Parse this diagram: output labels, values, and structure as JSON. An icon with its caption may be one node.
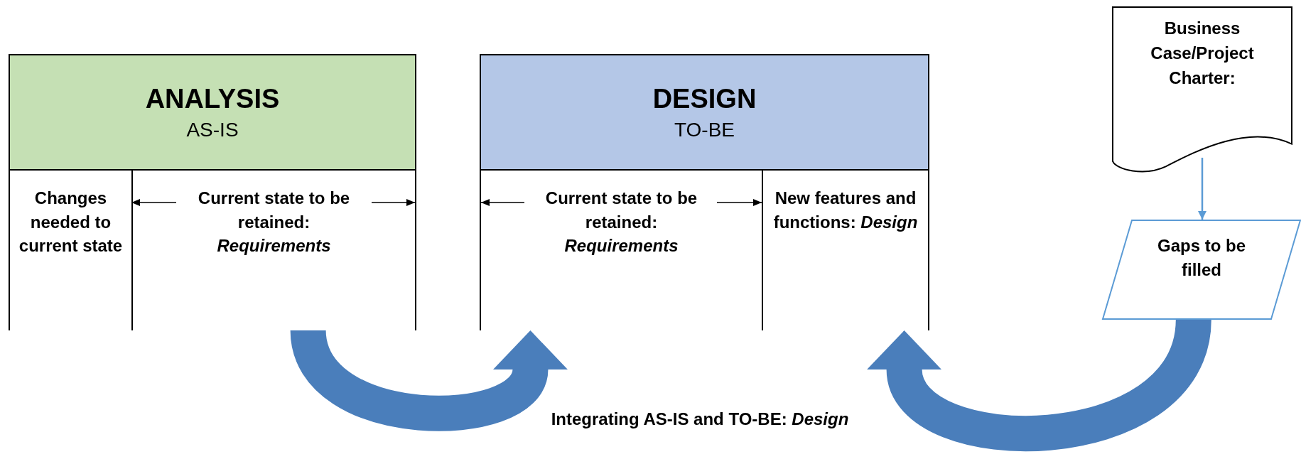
{
  "diagram": {
    "nodes": [
      {
        "text": [
          "ANALYSIS",
          "AS-IS"
        ]
      },
      {
        "text": [
          "Changes needed to current state"
        ]
      },
      {
        "text": [
          "Current state to be retained: *Requirements*"
        ]
      },
      {
        "text": [
          "DESIGN",
          "TO-BE"
        ]
      },
      {
        "text": [
          "Current state to be retained: *Requirements*"
        ]
      },
      {
        "text": [
          "New features and functions: *Design*"
        ]
      },
      {
        "text": [
          "Business Case/Project Charter:"
        ]
      },
      {
        "text": [
          "Gaps to be filled"
        ]
      }
    ],
    "edges": [
      {
        "from": 2,
        "to": 4,
        "arrow": "to",
        "style": "thick",
        "color": "#4a7ebb"
      },
      {
        "from": 7,
        "to": 5,
        "arrow": "to",
        "style": "thick",
        "color": "#4a7ebb"
      },
      {
        "from": 6,
        "to": 7,
        "arrow": "to",
        "color": "#5b9bd5"
      },
      {
        "from": 2,
        "to": 1,
        "arrow": "to"
      },
      {
        "from": null,
        "to": 2,
        "arrow": "to"
      },
      {
        "from": null,
        "to": 4,
        "arrow": "to"
      },
      {
        "from": 4,
        "to": 5,
        "arrow": "to"
      }
    ],
    "labels": [
      "Integrating AS-IS and TO-BE: *Design*"
    ]
  }
}
